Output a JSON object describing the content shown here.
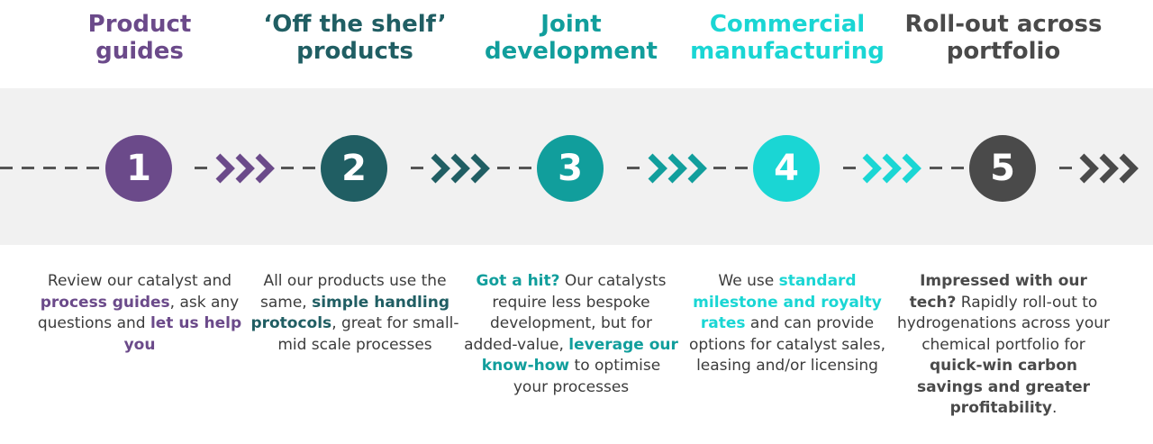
{
  "colors": {
    "step1": "#6b4a8a",
    "step2": "#205e63",
    "step3": "#119e9c",
    "step4": "#1ad6d4",
    "step5": "#4a4a4a",
    "dash": "#555555",
    "band": "#f1f1f1"
  },
  "steps": [
    {
      "number": "1",
      "title_line1": "Product",
      "title_line2": "guides",
      "desc": [
        {
          "t": "Review our catalyst and ",
          "b": false
        },
        {
          "t": "process guides",
          "b": true
        },
        {
          "t": ", ask any questions and ",
          "b": false
        },
        {
          "t": "let us help you",
          "b": true
        }
      ]
    },
    {
      "number": "2",
      "title_line1": "‘Off the shelf’",
      "title_line2": "products",
      "desc": [
        {
          "t": "All our products use the same, ",
          "b": false
        },
        {
          "t": "simple handling protocols",
          "b": true
        },
        {
          "t": ", great for small-mid scale processes",
          "b": false
        }
      ]
    },
    {
      "number": "3",
      "title_line1": "Joint",
      "title_line2": "development",
      "desc": [
        {
          "t": "Got a hit?",
          "b": true
        },
        {
          "t": " Our catalysts require less bespoke development, but for added-value, ",
          "b": false
        },
        {
          "t": "leverage our know-how",
          "b": true
        },
        {
          "t": " to optimise your processes",
          "b": false
        }
      ]
    },
    {
      "number": "4",
      "title_line1": "Commercial",
      "title_line2": "manufacturing",
      "desc": [
        {
          "t": "We use ",
          "b": false
        },
        {
          "t": "standard milestone and royalty rates",
          "b": true
        },
        {
          "t": " and can provide options for catalyst sales, leasing and/or licensing",
          "b": false
        }
      ]
    },
    {
      "number": "5",
      "title_line1": "Roll-out across",
      "title_line2": "portfolio",
      "desc": [
        {
          "t": "Impressed with our tech?",
          "b": true
        },
        {
          "t": " Rapidly roll-out to hydrogenations across your chemical portfolio for ",
          "b": false
        },
        {
          "t": "quick-win carbon savings and greater profitability",
          "b": true
        },
        {
          "t": ".",
          "b": false
        }
      ]
    }
  ]
}
